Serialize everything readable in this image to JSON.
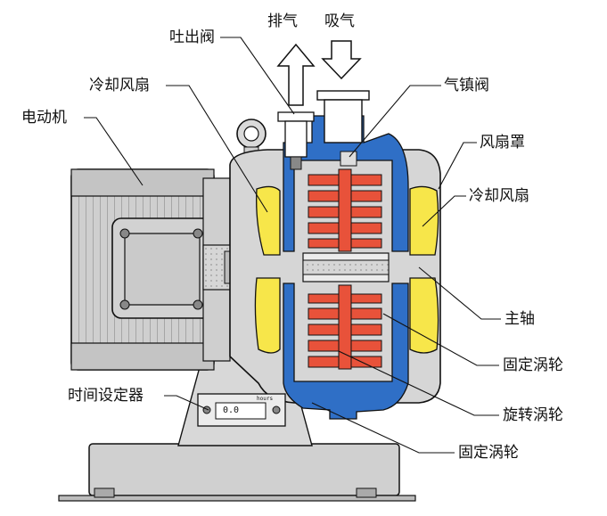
{
  "labels": {
    "exhaust": "排气",
    "intake": "吸气",
    "outlet_valve": "吐出阀",
    "gas_ballast_valve": "气镇阀",
    "cooling_fan_left": "冷却风扇",
    "motor": "电动机",
    "fan_cover": "风扇罩",
    "cooling_fan_right": "冷却风扇",
    "main_shaft": "主轴",
    "fixed_scroll_upper": "固定涡轮",
    "timer": "时间设定器",
    "orbiting_scroll": "旋转涡轮",
    "fixed_scroll_lower": "固定涡轮"
  },
  "timer_display": {
    "brand": "hours",
    "value": "0.0"
  },
  "colors": {
    "housing_blue": "#2f6fc6",
    "scroll_red": "#e8523a",
    "fan_yellow": "#f7e64a",
    "motor_grey": "#c8c8c8",
    "line_black": "#111111"
  }
}
